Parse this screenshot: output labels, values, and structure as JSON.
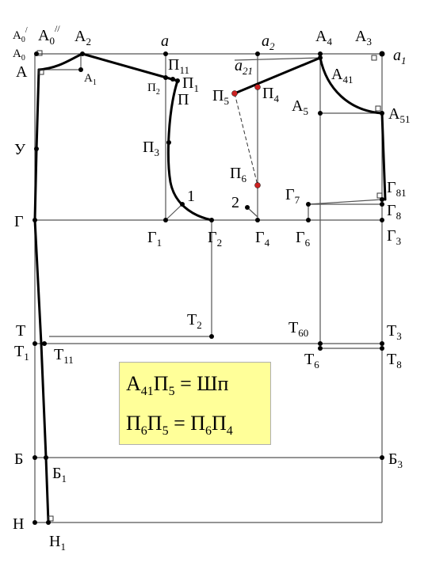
{
  "formulas": [
    {
      "parts": [
        [
          "А",
          "41"
        ],
        [
          "П",
          "5"
        ]
      ],
      "eq": " = ",
      "rhs": "Шп"
    },
    {
      "parts": [
        [
          "П",
          "6"
        ],
        [
          "П",
          "5"
        ]
      ],
      "eq": " = ",
      "rhs2": [
        [
          "П",
          "6"
        ],
        [
          "П",
          "4"
        ]
      ]
    }
  ],
  "labels": {
    "A0pp": "А",
    "A0pp_sub": "0",
    "A0pp_sup": "/",
    "A0p_label": "А",
    "A0p_sub": "0",
    "A0p_sup": "//",
    "A0": "А",
    "A0_sub": "0",
    "A": "А",
    "A1": "А",
    "A1_sub": "1",
    "A2": "А",
    "A2_sub": "2",
    "a": "a",
    "a2": "a",
    "a2_sub": "2",
    "a21": "a",
    "a21_sub": "21",
    "A4": "А",
    "A4_sub": "4",
    "A3": "А",
    "A3_sub": "3",
    "a1": "a",
    "a1_sub": "1",
    "A41": "А",
    "A41_sub": "41",
    "A5": "А",
    "A5_sub": "5",
    "A51": "А",
    "A51_sub": "51",
    "P11": "П",
    "P11_sub": "11",
    "P2": "П",
    "P2_sub": "2",
    "P1": "П",
    "P1_sub": "1",
    "P": "П",
    "P3": "П",
    "P3_sub": "3",
    "P5": "П",
    "P5_sub": "5",
    "P4": "П",
    "P4_sub": "4",
    "P6": "П",
    "P6_sub": "6",
    "U": "У",
    "one": "1",
    "two": "2",
    "G": "Г",
    "G1": "Г",
    "G1_sub": "1",
    "G2": "Г",
    "G2_sub": "2",
    "G4": "Г",
    "G4_sub": "4",
    "G6": "Г",
    "G6_sub": "6",
    "G7": "Г",
    "G7_sub": "7",
    "G81": "Г",
    "G81_sub": "81",
    "G8": "Г",
    "G8_sub": "8",
    "G3": "Г",
    "G3_sub": "3",
    "T": "Т",
    "T1": "Т",
    "T1_sub": "1",
    "T11": "Т",
    "T11_sub": "11",
    "T2": "Т",
    "T2_sub": "2",
    "T60": "Т",
    "T60_sub": "60",
    "T3": "Т",
    "T3_sub": "3",
    "T6": "Т",
    "T6_sub": "6",
    "T8": "Т",
    "T8_sub": "8",
    "B": "Б",
    "B1": "Б",
    "B1_sub": "1",
    "B3": "Б",
    "B3_sub": "3",
    "H": "Н",
    "H1": "Н",
    "H1_sub": "1"
  },
  "colors": {
    "line": "#000000",
    "thin_line": "#555555",
    "red_point": "#cc2222",
    "formula_bg": "#ffff99"
  }
}
